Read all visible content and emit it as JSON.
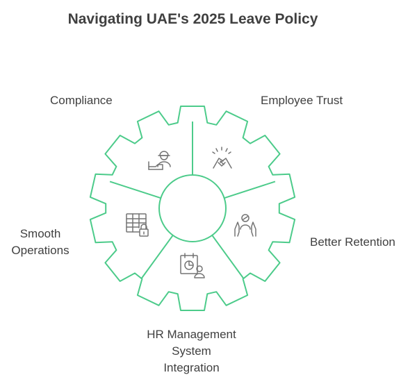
{
  "title": "Navigating UAE's 2025 Leave Policy",
  "segments": [
    {
      "label": "Compliance",
      "icon": "worker-bed-icon"
    },
    {
      "label": "Employee Trust",
      "icon": "handshake-icon"
    },
    {
      "label": "Better Retention",
      "icon": "person-hands-icon"
    },
    {
      "label": "HR Management\nSystem\nIntegration",
      "icon": "calendar-user-icon"
    },
    {
      "label": "Smooth\nOperations",
      "icon": "table-lock-icon"
    }
  ],
  "colors": {
    "gear_stroke": "#4ccb8a",
    "text": "#404040",
    "icon": "#737373"
  }
}
